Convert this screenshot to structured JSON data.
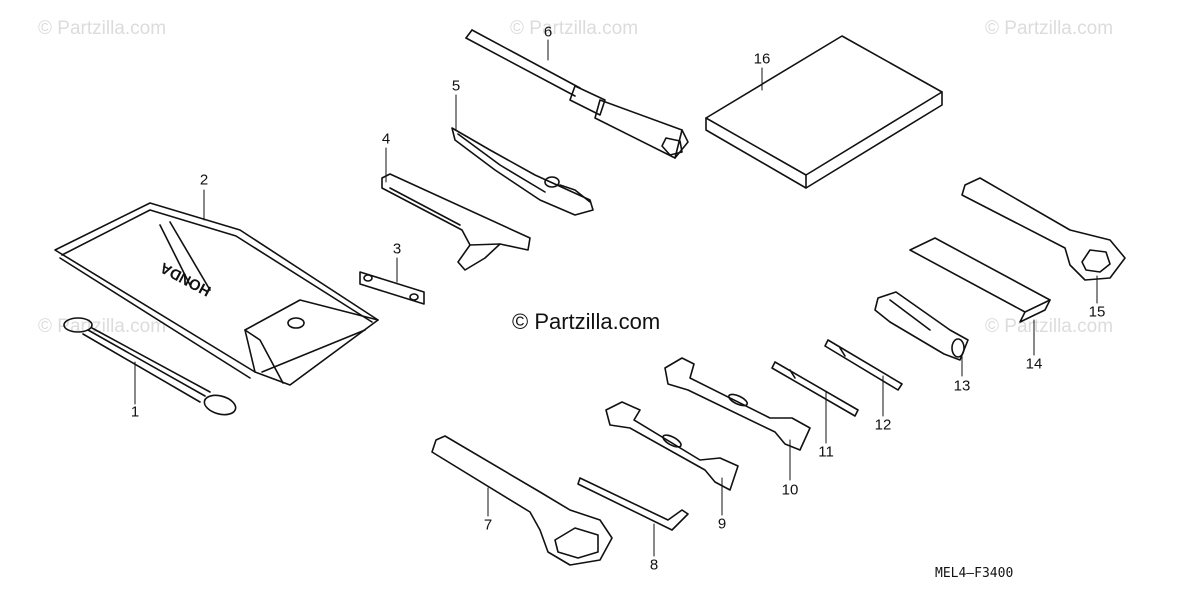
{
  "watermarks": {
    "corner": "© Partzilla.com",
    "center": "© Partzilla.com"
  },
  "diagram_code": "MEL4—F3400",
  "brand_mark": "HONDA",
  "callouts": [
    "1",
    "2",
    "3",
    "4",
    "5",
    "6",
    "7",
    "8",
    "9",
    "10",
    "11",
    "12",
    "13",
    "14",
    "15",
    "16"
  ],
  "colors": {
    "line": "#111111",
    "watermark": "#dcdcdc"
  }
}
